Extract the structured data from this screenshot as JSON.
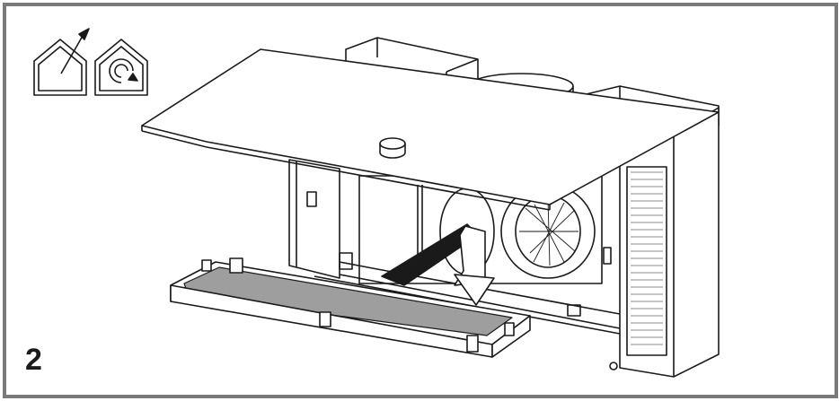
{
  "step": {
    "number": "2"
  },
  "icons": [
    {
      "name": "house-exhaust-icon",
      "mode": "ducted"
    },
    {
      "name": "house-recirculation-icon",
      "mode": "recirculating"
    }
  ],
  "colors": {
    "frame": "#7a7a7a",
    "line": "#1a1a1a",
    "filter_fill": "#9e9e9e",
    "arrow_fill": "#ffffff",
    "panel": "#ffffff"
  }
}
